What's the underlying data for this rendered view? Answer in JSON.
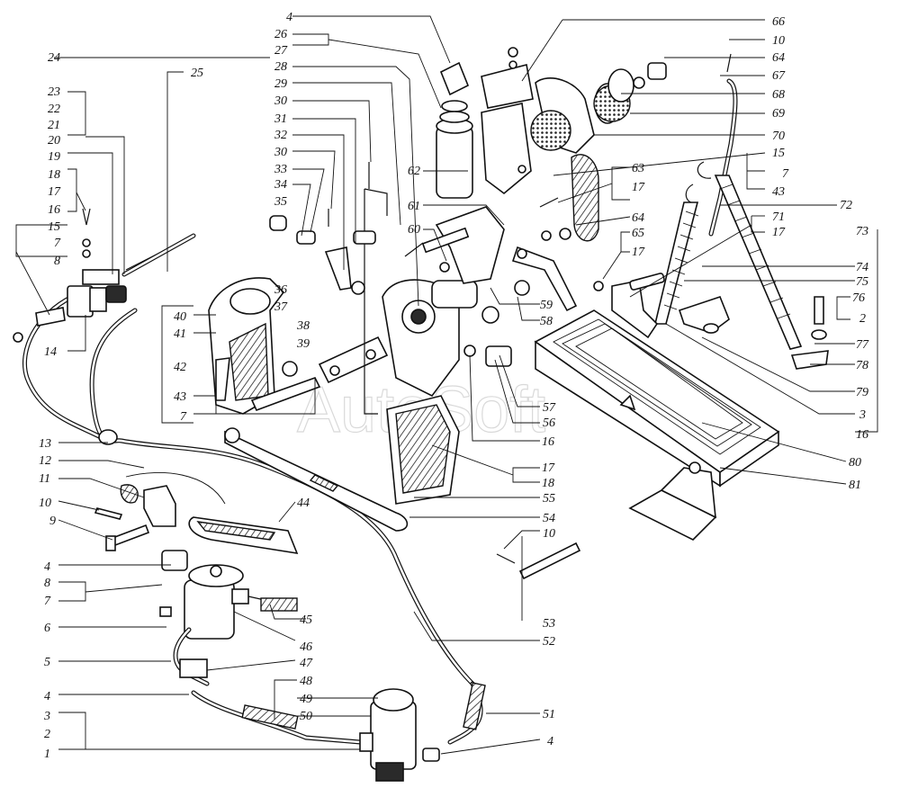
{
  "watermark": "AutoSoft",
  "labels": [
    "1",
    "2",
    "3",
    "4",
    "4",
    "4",
    "4",
    "5",
    "6",
    "7",
    "7",
    "7",
    "7",
    "8",
    "8",
    "9",
    "10",
    "10",
    "10",
    "11",
    "12",
    "13",
    "14",
    "15",
    "15",
    "16",
    "16",
    "16",
    "17",
    "17",
    "17",
    "17",
    "17",
    "18",
    "18",
    "19",
    "20",
    "21",
    "22",
    "23",
    "24",
    "25",
    "26",
    "27",
    "28",
    "29",
    "30",
    "30",
    "31",
    "32",
    "33",
    "34",
    "35",
    "36",
    "37",
    "38",
    "39",
    "40",
    "41",
    "42",
    "43",
    "43",
    "44",
    "45",
    "46",
    "47",
    "48",
    "49",
    "50",
    "51",
    "52",
    "53",
    "54",
    "55",
    "56",
    "57",
    "58",
    "59",
    "60",
    "61",
    "62",
    "63",
    "64",
    "64",
    "65",
    "66",
    "67",
    "68",
    "69",
    "70",
    "71",
    "72",
    "73",
    "74",
    "75",
    "76",
    "2",
    "77",
    "78",
    "79",
    "3",
    "80",
    "81"
  ]
}
